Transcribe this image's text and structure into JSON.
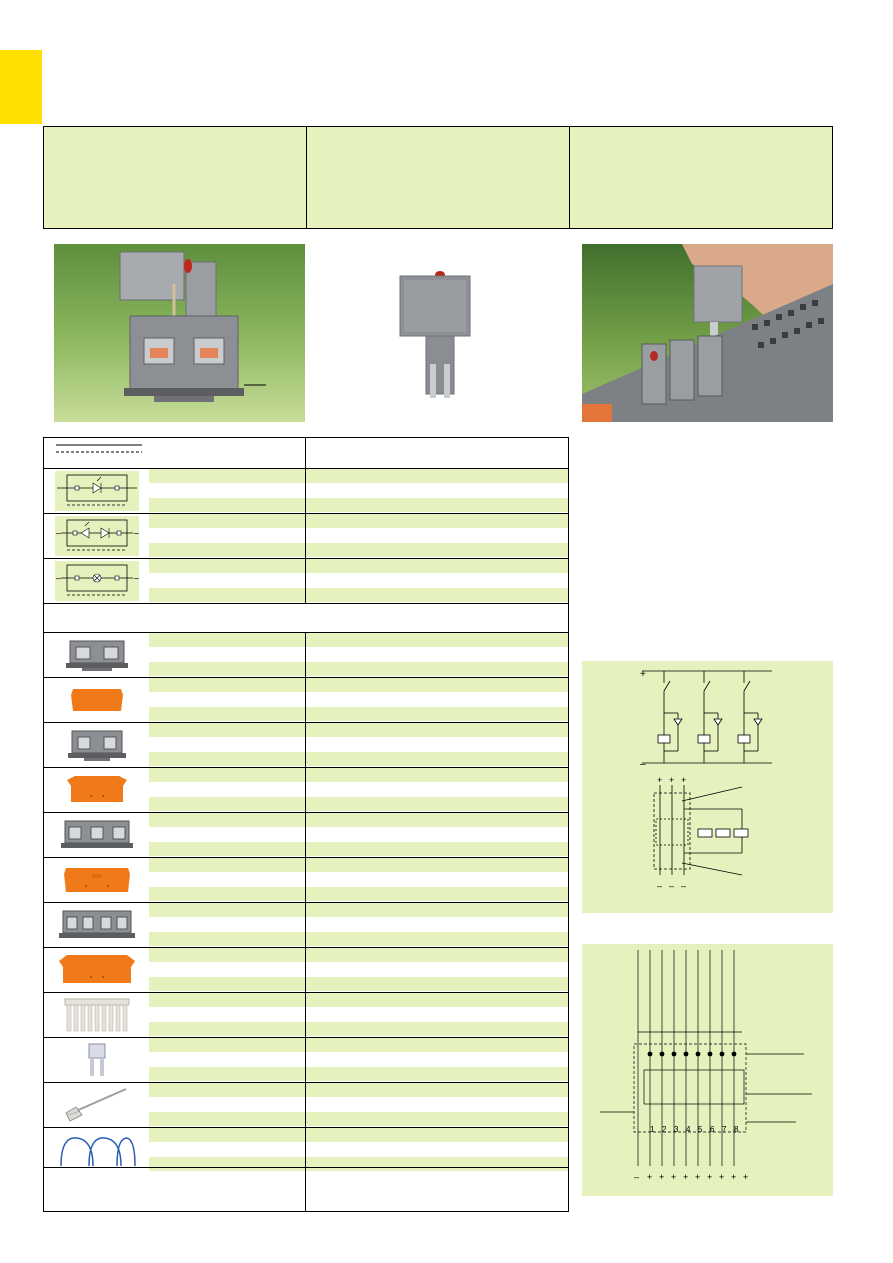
{
  "diagram_top": {
    "rail_plus": "+",
    "rail_minus": "–",
    "lower_top_labels": [
      "+",
      "+",
      "+"
    ],
    "lower_bottom_labels": [
      "–",
      "–",
      "–"
    ]
  },
  "diagram_bottom": {
    "bottom_labels": [
      "–",
      "+",
      "+",
      "+",
      "+",
      "+",
      "+",
      "+",
      "+",
      "+"
    ],
    "numbers": [
      "1",
      "2",
      "3",
      "4",
      "5",
      "6",
      "7",
      "8"
    ]
  },
  "colors": {
    "accent_yellow": "#ffe000",
    "pale_green": "#e6f2bd",
    "terminal_orange": "#f07a1a",
    "terminal_grey": "#8c8f93"
  },
  "rows": [
    {
      "kind": "header"
    },
    {
      "kind": "symbol",
      "icon": "led-symbol-icon"
    },
    {
      "kind": "symbol",
      "icon": "led-ac-symbol-icon"
    },
    {
      "kind": "symbol",
      "icon": "lamp-symbol-icon"
    },
    {
      "kind": "section"
    },
    {
      "kind": "product",
      "icon": "terminal-block-2-icon"
    },
    {
      "kind": "product",
      "icon": "end-plate-icon"
    },
    {
      "kind": "product",
      "icon": "terminal-block-2b-icon"
    },
    {
      "kind": "product",
      "icon": "end-plate-b-icon"
    },
    {
      "kind": "product",
      "icon": "terminal-block-3-icon"
    },
    {
      "kind": "product",
      "icon": "end-plate-c-icon"
    },
    {
      "kind": "product",
      "icon": "terminal-block-4-icon"
    },
    {
      "kind": "product",
      "icon": "end-plate-d-icon"
    },
    {
      "kind": "product",
      "icon": "comb-jumper-icon"
    },
    {
      "kind": "product",
      "icon": "jumper-icon"
    },
    {
      "kind": "product",
      "icon": "operating-tool-icon"
    },
    {
      "kind": "product",
      "icon": "wire-jumper-icon"
    },
    {
      "kind": "footer"
    }
  ]
}
